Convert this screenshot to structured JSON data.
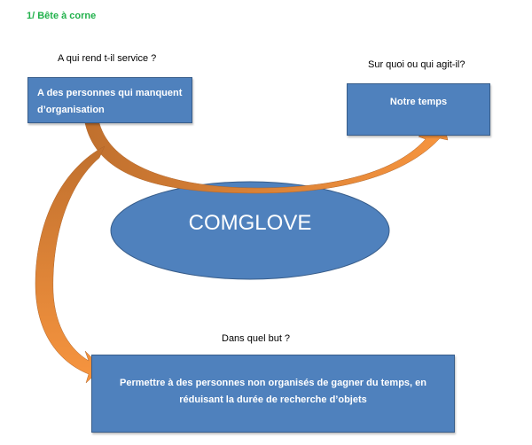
{
  "title": "1/ Bête à corne",
  "questions": {
    "who": "A qui rend t-il service ?",
    "what": "Sur quoi ou qui agit-il?",
    "why": "Dans quel but ?"
  },
  "boxes": {
    "who": "A des  personnes qui manquent d’organisation",
    "what": "Notre temps",
    "why": "Permettre à des personnes non organisés de gagner du temps, en réduisant la durée de recherche d’objets"
  },
  "product": "COMGLOVE",
  "colors": {
    "box": "#4f81bd",
    "arrow": "#e9883a",
    "title": "#22b14c"
  }
}
